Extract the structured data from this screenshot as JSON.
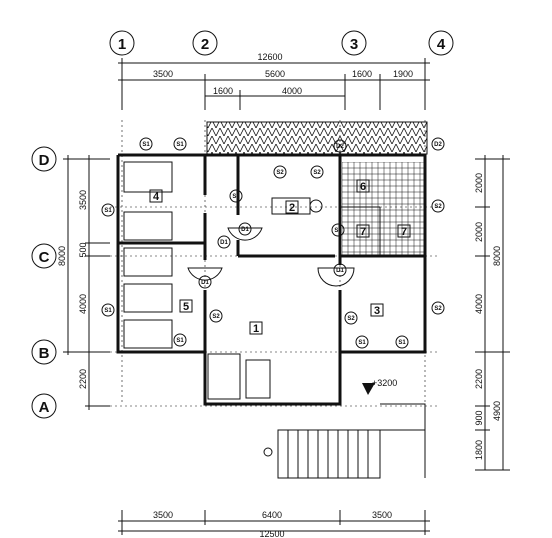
{
  "grid_columns": [
    "1",
    "2",
    "3",
    "4"
  ],
  "grid_rows": [
    "D",
    "C",
    "B",
    "A"
  ],
  "top_dims": {
    "total": "12600",
    "row2": [
      "3500",
      "5600",
      "1600",
      "1900"
    ],
    "row3": [
      "1600",
      "4000"
    ]
  },
  "bottom_dims": {
    "row1": [
      "3500",
      "6400",
      "3500"
    ],
    "total": "12500"
  },
  "left_dims": {
    "outer": "8000",
    "inner": [
      "3500",
      "500",
      "4000",
      "2200"
    ]
  },
  "right_dims": {
    "inner": [
      "2000",
      "2000",
      "4000",
      "2200",
      "900",
      "1800"
    ],
    "outer": [
      "8000",
      "4900"
    ]
  },
  "rooms": [
    "1",
    "2",
    "3",
    "4",
    "5",
    "6",
    "7",
    "7"
  ],
  "tags": {
    "s1": "S1",
    "s2": "S2",
    "d1": "D1",
    "d2": "D2"
  },
  "elevation": "+3200"
}
